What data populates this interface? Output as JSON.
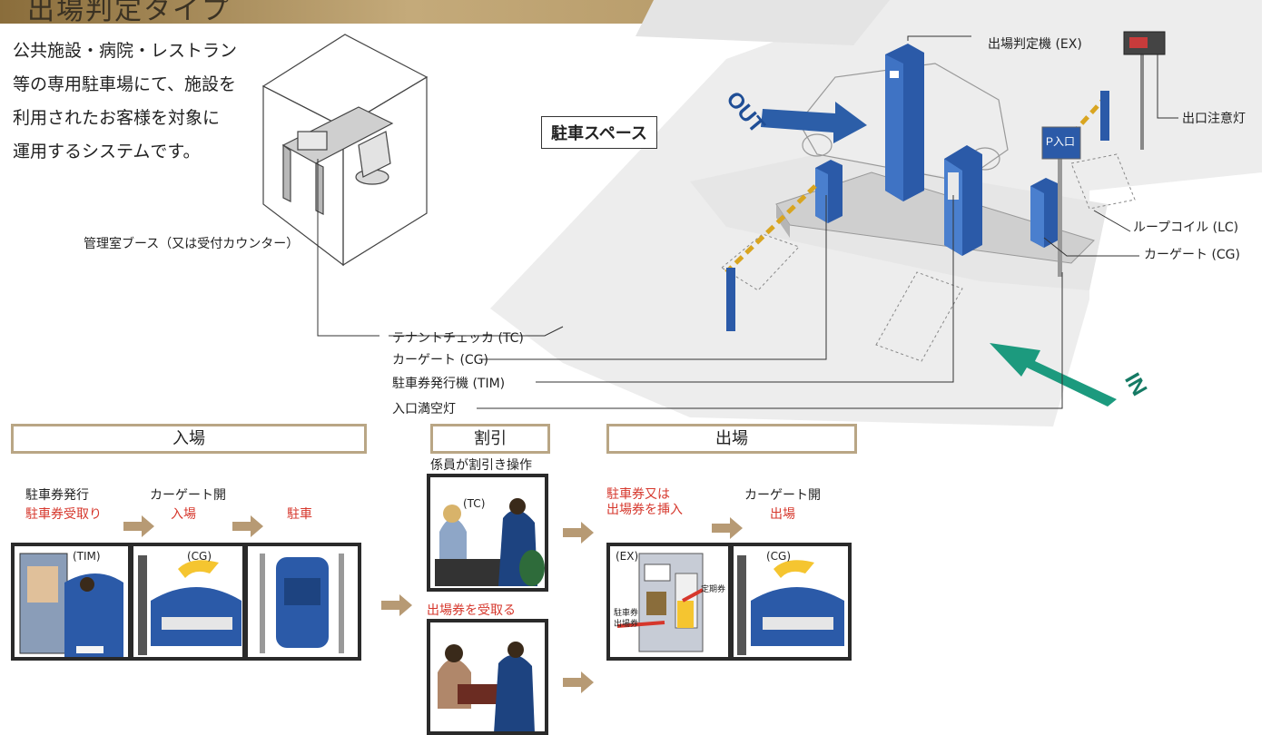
{
  "header": {
    "title": "出場判定タイプ"
  },
  "intro": {
    "lines": [
      "公共施設・病院・レストラン",
      "等の専用駐車場にて、施設を",
      "利用されたお客様を対象に",
      "運用するシステムです。"
    ]
  },
  "diagram": {
    "parking_space_label": "駐車スペース",
    "booth_label": "管理室ブース（又は受付カウンター）",
    "out_label": "OUT",
    "in_label": "IN",
    "p_sign": "P入口",
    "callouts_right": {
      "ex": "出場判定機 (EX)",
      "exit_lamp": "出口注意灯",
      "loop_coil": "ループコイル (LC)",
      "car_gate": "カーゲート (CG)"
    },
    "callouts_bottom": {
      "tc": "テナントチェッカ (TC)",
      "cg": "カーゲート (CG)",
      "tim": "駐車券発行機 (TIM)",
      "entrance_lamp": "入口満空灯"
    }
  },
  "flow": {
    "entry": {
      "title": "入場",
      "steps": [
        {
          "top": "駐車券発行",
          "red": "駐車券受取り",
          "panel_tag": "(TIM)"
        },
        {
          "top": "カーゲート開",
          "red": "入場",
          "panel_tag": "(CG)"
        },
        {
          "top": "",
          "red": "駐車",
          "panel_tag": ""
        }
      ]
    },
    "discount": {
      "title": "割引",
      "subtitle": "係員が割引き操作",
      "panel_tag": "(TC)",
      "receive": "出場券を受取る"
    },
    "exit": {
      "title": "出場",
      "steps": [
        {
          "top": "",
          "red": "駐車券又は\n出場券を挿入",
          "panel_tag": "(EX)",
          "small": [
            "定期券",
            "駐車券",
            "出場券"
          ]
        },
        {
          "top": "カーゲート開",
          "red": "出場",
          "panel_tag": "(CG)"
        }
      ]
    }
  },
  "colors": {
    "band": "#8a6d3b",
    "section_border": "#b9a685",
    "accent_red": "#d6372c",
    "equipment_blue": "#2b5aa8",
    "arrow_tan": "#b79a74",
    "in_arrow": "#1c9a7e",
    "out_arrow": "#2c5ea8"
  }
}
